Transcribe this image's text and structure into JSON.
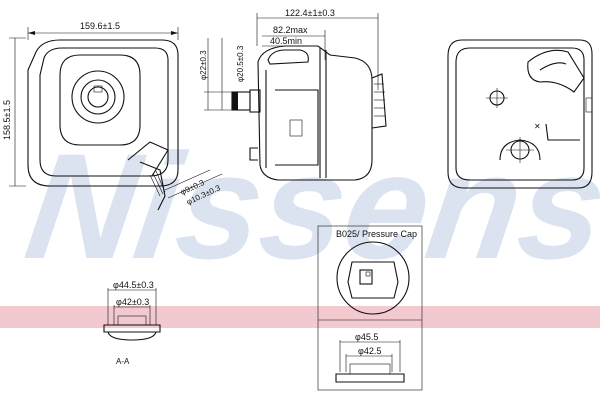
{
  "watermark": {
    "text": "Nissens",
    "color": "#d6e1ee",
    "band_color": "#f1c9cf"
  },
  "front_view": {
    "width_label": "159.6±1.5",
    "height_label": "158.5±1.5",
    "outlet_inner_label": "φ9±0.3",
    "outlet_outer_label": "φ10.3±0.3"
  },
  "side_view": {
    "overall_label": "122.4±1±0.3",
    "max_label": "82.2max",
    "min_label": "40.5min",
    "hose_outer_label": "φ22±0.3",
    "hose_inner_label": "φ20.5±0.3"
  },
  "neck_detail": {
    "outer_label": "φ44.5±0.3",
    "inner_label": "φ42±0.3",
    "note": "A-A"
  },
  "cap_detail": {
    "title": "B025/ Pressure Cap",
    "outer_label": "φ45.5",
    "inner_label": "φ42.5"
  }
}
